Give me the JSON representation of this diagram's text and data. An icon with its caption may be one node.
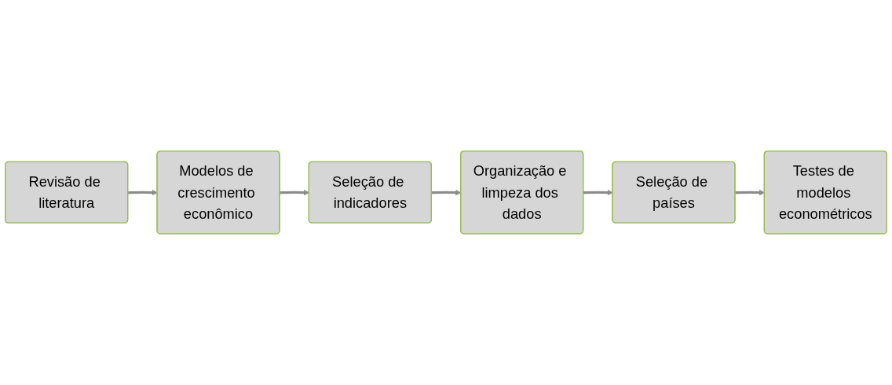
{
  "diagram": {
    "nodes": [
      {
        "text": [
          "Revisão de literatura"
        ]
      },
      {
        "text": [
          "Modelos de crescimento econômico"
        ]
      },
      {
        "text": [
          "Seleção de indicadores"
        ]
      },
      {
        "text": [
          "Organização e limpeza dos dados"
        ]
      },
      {
        "text": [
          "Seleção de países"
        ]
      },
      {
        "text": [
          "Testes de modelos econométricos"
        ]
      }
    ],
    "edges": [
      {
        "from": 0,
        "to": 1,
        "arrow": "to"
      },
      {
        "from": 1,
        "to": 2,
        "arrow": "to"
      },
      {
        "from": 2,
        "to": 3,
        "arrow": "to"
      },
      {
        "from": 3,
        "to": 4,
        "arrow": "to"
      },
      {
        "from": 4,
        "to": 5,
        "arrow": "to"
      }
    ]
  }
}
